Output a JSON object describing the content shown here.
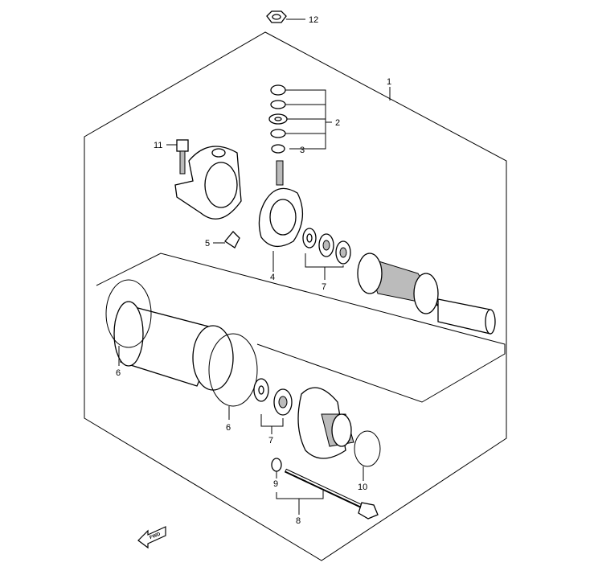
{
  "diagram": {
    "title": "Starting Motor exploded view",
    "callouts": [
      {
        "id": "12",
        "label": "12"
      },
      {
        "id": "1",
        "label": "1"
      },
      {
        "id": "2",
        "label": "2"
      },
      {
        "id": "3",
        "label": "3"
      },
      {
        "id": "11",
        "label": "11"
      },
      {
        "id": "5",
        "label": "5"
      },
      {
        "id": "4",
        "label": "4"
      },
      {
        "id": "7a",
        "label": "7"
      },
      {
        "id": "6a",
        "label": "6"
      },
      {
        "id": "6b",
        "label": "6"
      },
      {
        "id": "7b",
        "label": "7"
      },
      {
        "id": "9",
        "label": "9"
      },
      {
        "id": "8",
        "label": "8"
      },
      {
        "id": "10",
        "label": "10"
      }
    ],
    "fwd_label": "FWD"
  }
}
